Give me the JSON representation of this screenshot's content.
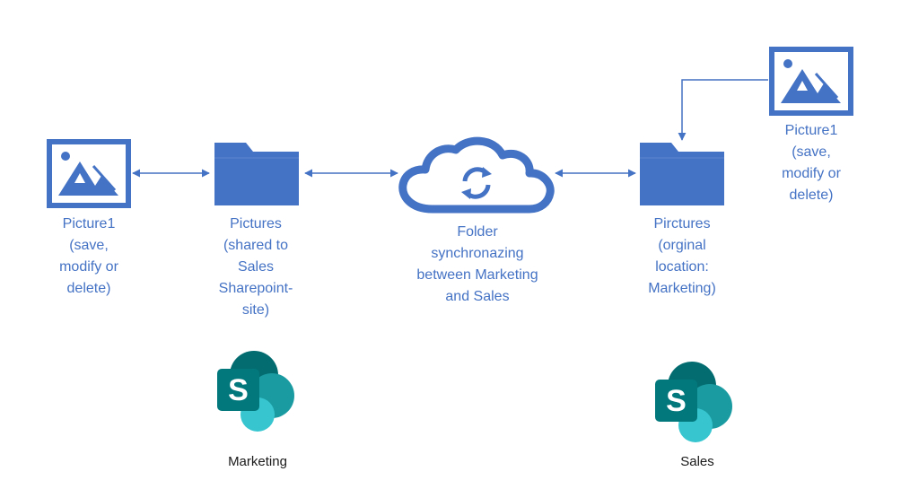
{
  "colors": {
    "accent": "#4472c4",
    "sharepoint_dark": "#036c70",
    "sharepoint_mid": "#1a9ba1",
    "sharepoint_light": "#37c6d0"
  },
  "nodes": {
    "picture_left": {
      "icon": "image-icon",
      "label": "Picture1\n(save,\nmodify or\ndelete)"
    },
    "folder_left": {
      "icon": "folder-icon",
      "label": "Pictures\n(shared to\nSales\nSharepoint-\nsite)"
    },
    "cloud": {
      "icon": "cloud-sync-icon",
      "label": "Folder\nsynchronazing\nbetween Marketing\nand Sales"
    },
    "folder_right": {
      "icon": "folder-icon",
      "label": "Pirctures\n(orginal\nlocation:\nMarketing)"
    },
    "picture_right": {
      "icon": "image-icon",
      "label": "Picture1\n(save,\nmodify or\ndelete)"
    }
  },
  "sites": {
    "left": {
      "icon": "sharepoint-icon",
      "letter": "S",
      "label": "Marketing"
    },
    "right": {
      "icon": "sharepoint-icon",
      "letter": "S",
      "label": "Sales"
    }
  }
}
